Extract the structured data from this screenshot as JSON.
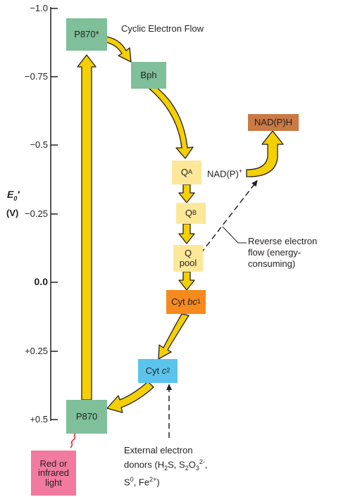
{
  "axis": {
    "label_main": "E",
    "label_sub": "0",
    "label_prime": "′",
    "label_unit": "(V)",
    "ticks": [
      "−1.0",
      "−0.75",
      "−0.5",
      "−0.25",
      "0.0",
      "+0.25",
      "+0.5"
    ]
  },
  "title": "Cyclic Electron Flow",
  "components": {
    "p870_star": "P870*",
    "bph": "Bph",
    "qa_main": "Q",
    "qa_sub": "A",
    "qb_main": "Q",
    "qb_sub": "B",
    "qpool_line1": "Q",
    "qpool_line2": "pool",
    "cytbc1_pre": "Cyt ",
    "cytbc1_italic": "bc",
    "cytbc1_sub": "1",
    "cytc2_pre": "Cyt ",
    "cytc2_italic": "c",
    "cytc2_sub": "2",
    "p870": "P870",
    "nadph": "NAD(P)H",
    "nadp_main": "NAD(P)",
    "nadp_sup": "+",
    "light_line1": "Red or",
    "light_line2": "infrared",
    "light_line3": "light"
  },
  "annotations": {
    "reverse_line1": "Reverse electron",
    "reverse_line2": "flow (energy-",
    "reverse_line3": "consuming)",
    "donors_line1": "External electron",
    "donors_line2_a": "donors (H",
    "donors_line2_b": "2",
    "donors_line2_c": "S, S",
    "donors_line2_d": "2",
    "donors_line2_e": "O",
    "donors_line2_f": "3",
    "donors_line2_g": "2-",
    "donors_line2_h": ",",
    "donors_line3_a": "S",
    "donors_line3_b": "0",
    "donors_line3_c": ", Fe",
    "donors_line3_d": "2+",
    "donors_line3_e": ")"
  },
  "colors": {
    "arrow_fill": "#f5d000",
    "arrow_stroke": "#231f20",
    "green": "#7fbf9a",
    "pale_yellow": "#fde89a",
    "orange": "#f68a1e",
    "blue": "#5cc4ec",
    "brown": "#c97a45",
    "pink": "#f27aa0",
    "wavy": "#e0283c"
  }
}
